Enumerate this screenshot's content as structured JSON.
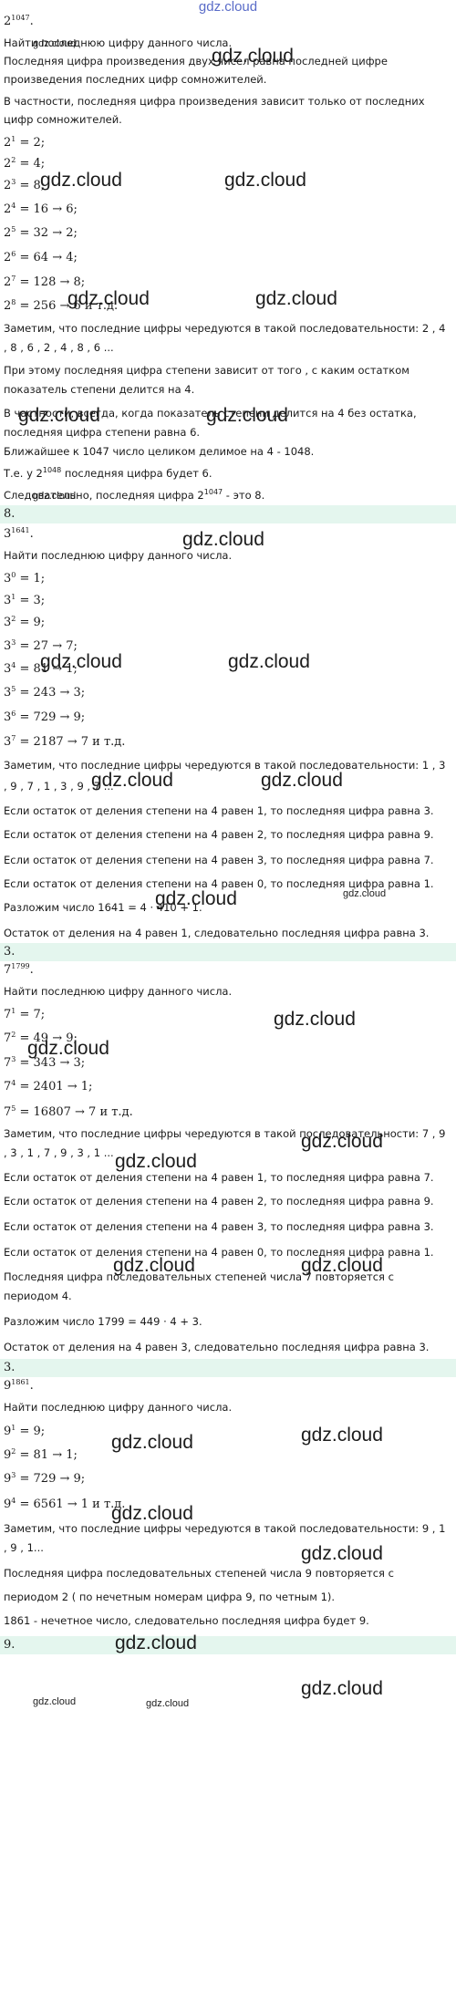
{
  "site_title": "gdz.cloud",
  "watermark": "gdz.cloud",
  "colors": {
    "answer_bg": "#e4f6ee",
    "brand": "#5a6cc8"
  },
  "tasks": [
    {
      "header_base": "2",
      "header_exp": "1047",
      "header_tail": ".",
      "lines": [
        {
          "t": "Найти последнюю цифру данного числа."
        },
        {
          "t": "Последняя цифра произведения двух чисел равна последней цифре"
        },
        {
          "t": "произведения последних цифр сомножителей."
        },
        {
          "t": "В частности, последняя цифра произведения зависит только от последних"
        },
        {
          "t": "цифр сомножителей."
        },
        {
          "b": "2",
          "e": "1",
          "t": " = 2;"
        },
        {
          "b": "2",
          "e": "2",
          "t": " = 4;"
        },
        {
          "b": "2",
          "e": "3",
          "t": " = 8;"
        },
        {
          "b": "2",
          "e": "4",
          "t": " = 16 → 6;"
        },
        {
          "b": "2",
          "e": "5",
          "t": " = 32 → 2;"
        },
        {
          "b": "2",
          "e": "6",
          "t": " = 64 → 4;"
        },
        {
          "b": "2",
          "e": "7",
          "t": " = 128 → 8;"
        },
        {
          "b": "2",
          "e": "8",
          "t": " = 256 → 6 и т.д."
        },
        {
          "t": "Заметим, что последние цифры чередуются в такой последовательности: 2 , 4"
        },
        {
          "t": ", 8 , 6 , 2 , 4 , 8 , 6 ..."
        },
        {
          "t": "При этому последняя цифра степени зависит от того , с каким остатком"
        },
        {
          "t": "показатель степени делится на 4."
        },
        {
          "t": "В частности, всегда, когда показатель степени делится на 4 без остатка,"
        },
        {
          "t": "последняя цифра степени равна 6."
        },
        {
          "t": "Ближайшее к 1047 число целиком делимое на 4 - 1048."
        },
        {
          "t": "Т.е. у 2",
          "e": "1048",
          "t2": " последняя цифра будет 6."
        },
        {
          "t": "Следовательно, последняя цифра 2",
          "e": "1047",
          "t2": " - это 8."
        }
      ],
      "answer": "8."
    },
    {
      "header_base": "3",
      "header_exp": "1641",
      "header_tail": ".",
      "lines": [
        {
          "t": "Найти последнюю цифру данного числа."
        },
        {
          "b": "3",
          "e": "0",
          "t": " = 1;"
        },
        {
          "b": "3",
          "e": "1",
          "t": " = 3;"
        },
        {
          "b": "3",
          "e": "2",
          "t": " = 9;"
        },
        {
          "b": "3",
          "e": "3",
          "t": " = 27 → 7;"
        },
        {
          "b": "3",
          "e": "4",
          "t": " = 81 → 1;"
        },
        {
          "b": "3",
          "e": "5",
          "t": " = 243 → 3;"
        },
        {
          "b": "3",
          "e": "6",
          "t": " = 729 → 9;"
        },
        {
          "b": "3",
          "e": "7",
          "t": " = 2187 → 7 и т.д."
        },
        {
          "t": "Заметим, что последние цифры чередуются в такой последовательности: 1 , 3"
        },
        {
          "t": ", 9 , 7 , 1 , 3 , 9 , 7 ..."
        },
        {
          "t": "Если остаток от деления степени на 4 равен 1, то последняя цифра равна 3."
        },
        {
          "t": "Если остаток от деления степени на 4 равен 2, то последняя цифра равна 9."
        },
        {
          "t": "Если остаток от деления степени на 4 равен 3, то последняя цифра равна 7."
        },
        {
          "t": "Если остаток от деления степени на 4 равен 0, то последняя цифра равна 1."
        },
        {
          "t": "Разложим число 1641 = 4 · 410 + 1."
        },
        {
          "t": "Остаток от деления на 4 равен 1, следовательно последняя цифра равна 3."
        }
      ],
      "answer": "3."
    },
    {
      "header_base": "7",
      "header_exp": "1799",
      "header_tail": ".",
      "lines": [
        {
          "t": "Найти последнюю цифру данного числа."
        },
        {
          "b": "7",
          "e": "1",
          "t": " = 7;"
        },
        {
          "b": "7",
          "e": "2",
          "t": " = 49 → 9;"
        },
        {
          "b": "7",
          "e": "3",
          "t": " = 343 → 3;"
        },
        {
          "b": "7",
          "e": "4",
          "t": " = 2401 → 1;"
        },
        {
          "b": "7",
          "e": "5",
          "t": " = 16807 → 7 и т.д."
        },
        {
          "t": "Заметим, что последние цифры чередуются в такой последовательности: 7 , 9"
        },
        {
          "t": ", 3 , 1 , 7 , 9 , 3 , 1 ..."
        },
        {
          "t": "Если остаток от деления степени на 4 равен 1, то последняя цифра равна 7."
        },
        {
          "t": "Если остаток от деления степени на 4 равен 2, то последняя цифра равна 9."
        },
        {
          "t": "Если остаток от деления степени на 4 равен 3, то последняя цифра равна 3."
        },
        {
          "t": "Если остаток от деления степени на 4 равен 0, то последняя цифра равна 1."
        },
        {
          "t": "Последняя цифра последовательных степеней числа 7 повторяется с"
        },
        {
          "t": "периодом 4."
        },
        {
          "t": "Разложим число 1799 = 449 · 4 + 3."
        },
        {
          "t": "Остаток от деления на 4 равен 3, следовательно последняя цифра равна 3."
        }
      ],
      "answer": "3."
    },
    {
      "header_base": "9",
      "header_exp": "1861",
      "header_tail": ".",
      "lines": [
        {
          "t": "Найти последнюю цифру данного числа."
        },
        {
          "b": "9",
          "e": "1",
          "t": " = 9;"
        },
        {
          "b": "9",
          "e": "2",
          "t": " = 81 → 1;"
        },
        {
          "b": "9",
          "e": "3",
          "t": " = 729 → 9;"
        },
        {
          "b": "9",
          "e": "4",
          "t": " = 6561 → 1 и т.д."
        },
        {
          "t": "Заметим, что последние цифры чередуются в такой последовательности: 9 , 1"
        },
        {
          "t": ", 9 , 1..."
        },
        {
          "t": "Последняя цифра последовательных степеней числа 9 повторяется с"
        },
        {
          "t": "периодом 2 ( по нечетным номерам цифра 9, по четным 1)."
        },
        {
          "t": "1861 - нечетное число, следовательно последняя цифра будет 9."
        }
      ],
      "answer": "9."
    }
  ]
}
